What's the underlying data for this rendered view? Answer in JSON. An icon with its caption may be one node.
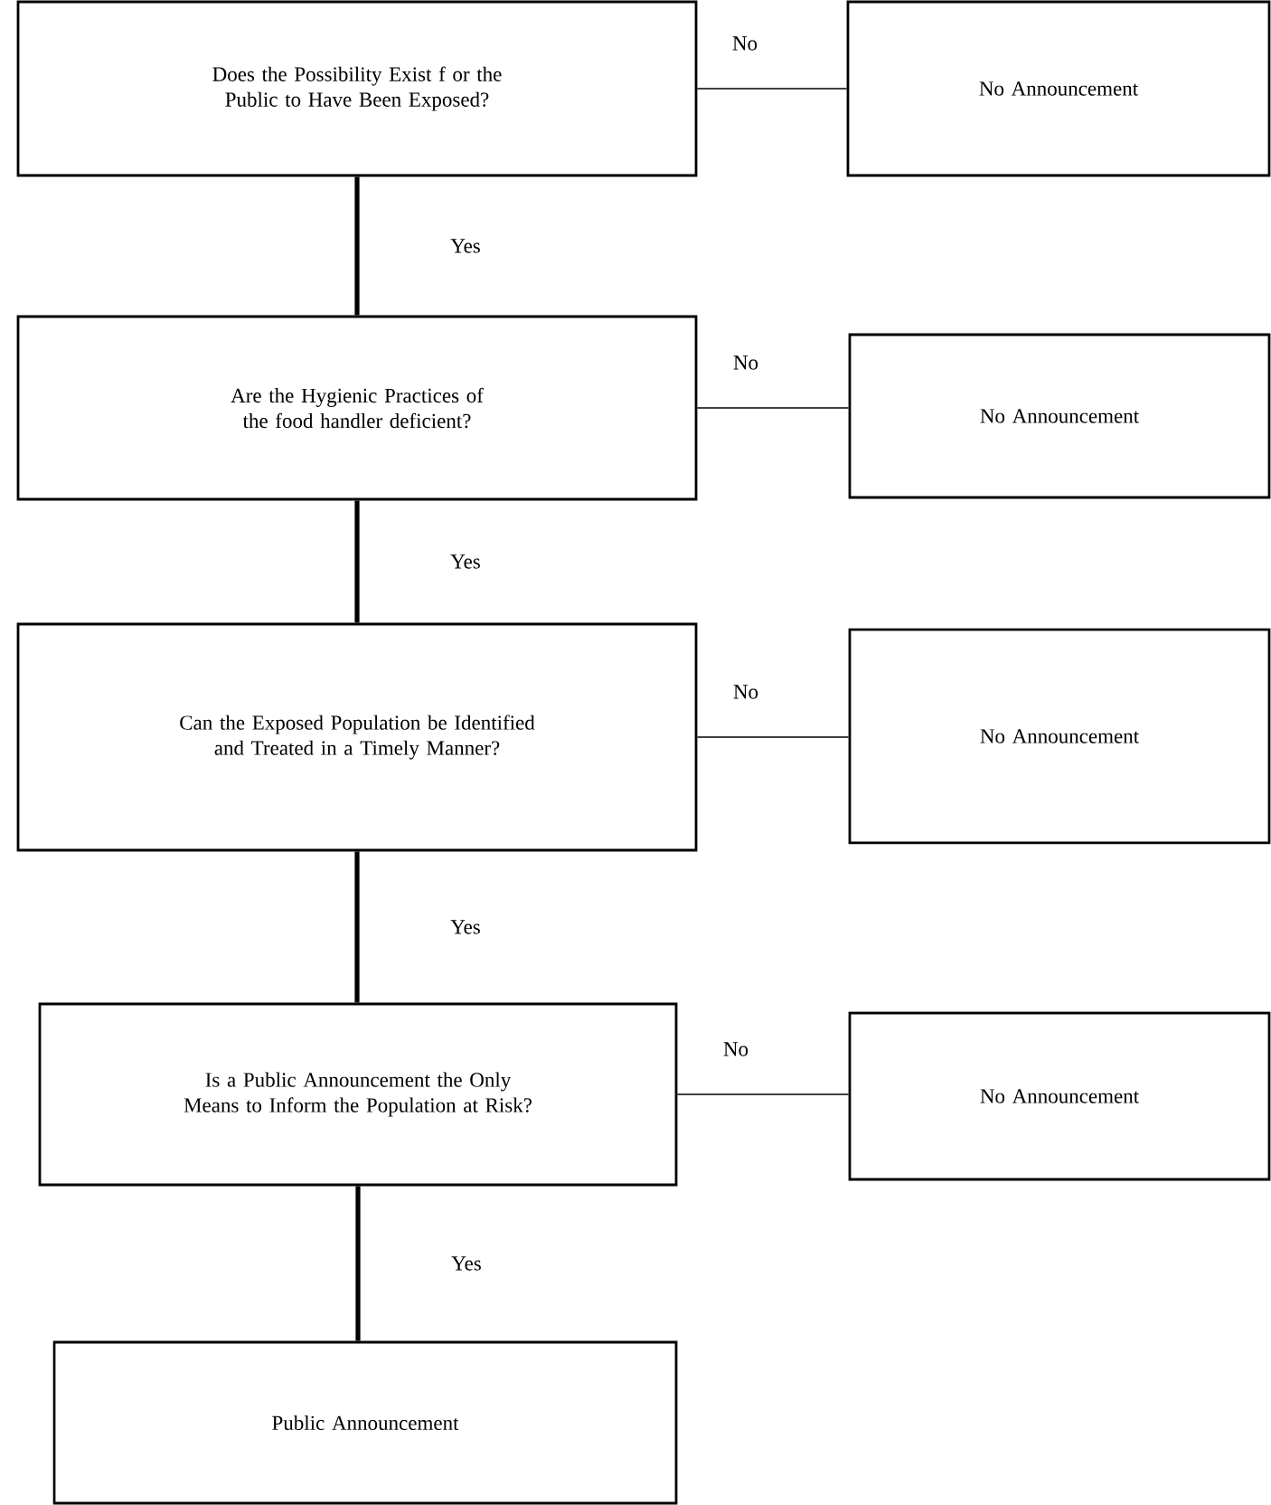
{
  "diagram": {
    "nodes": [
      {
        "text": [
          "Does the Possibility Exist f or the Public to Have Been Exposed?"
        ]
      },
      {
        "text": [
          "No Announcement"
        ]
      },
      {
        "text": [
          "Are the Hygienic Practices of the food handler deficient?"
        ]
      },
      {
        "text": [
          "No Announcement"
        ]
      },
      {
        "text": [
          "Can the Exposed Population be Identified and Treated in a Timely Manner?"
        ]
      },
      {
        "text": [
          "No Announcement"
        ]
      },
      {
        "text": [
          "Is a Public Announcement the Only Means to Inform the Population at Risk?"
        ]
      },
      {
        "text": [
          "No Announcement"
        ]
      },
      {
        "text": [
          "Public Announcement"
        ]
      }
    ],
    "edges": [
      {
        "from": 0,
        "to": 1,
        "arrow": "none",
        "label": "No"
      },
      {
        "from": 0,
        "to": 2,
        "arrow": "none",
        "label": "Yes",
        "style": "thick"
      },
      {
        "from": 2,
        "to": 3,
        "arrow": "none",
        "label": "No"
      },
      {
        "from": 2,
        "to": 4,
        "arrow": "none",
        "label": "Yes",
        "style": "thick"
      },
      {
        "from": 4,
        "to": 5,
        "arrow": "none",
        "label": "No"
      },
      {
        "from": 4,
        "to": 6,
        "arrow": "none",
        "label": "Yes",
        "style": "thick"
      },
      {
        "from": 6,
        "to": 7,
        "arrow": "none",
        "label": "No"
      },
      {
        "from": 6,
        "to": 8,
        "arrow": "none",
        "label": "Yes",
        "style": "thick"
      }
    ]
  }
}
